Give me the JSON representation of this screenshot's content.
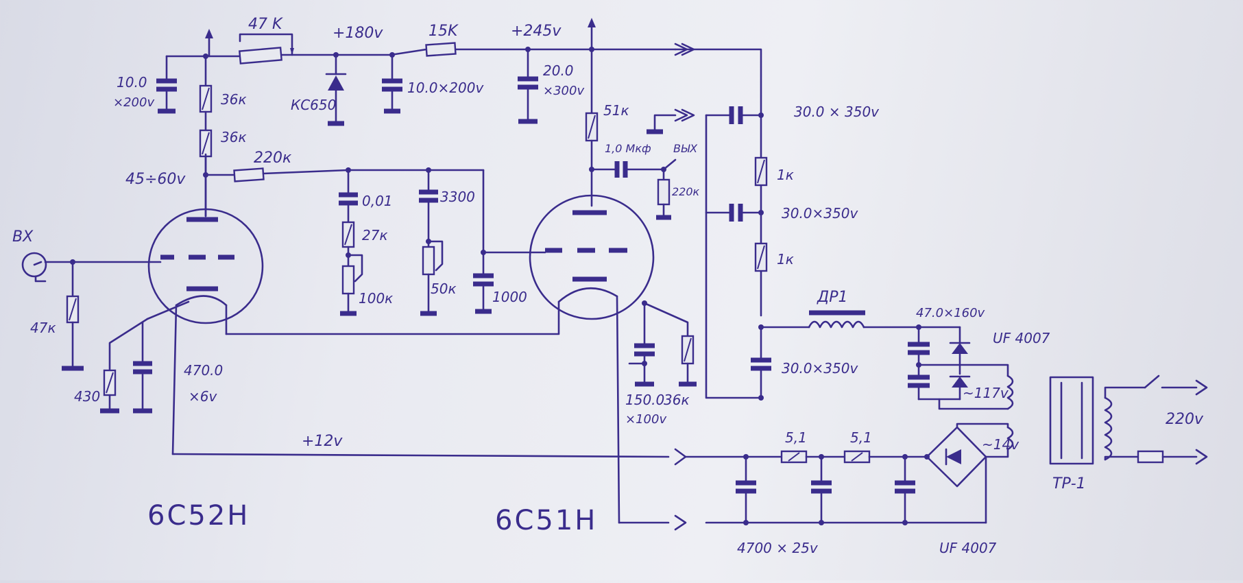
{
  "labels": {
    "r_pot_47k": "47 K",
    "v_180": "+180v",
    "r_15k": "15K",
    "v_245": "+245v",
    "c_10_200": "10.0",
    "c_10_200_rating": "×200v",
    "r_36k_a": "36к",
    "r_36k_b": "36к",
    "zener": "КС650",
    "c_10x200": "10.0×200v",
    "c_20": "20.0",
    "c_20_rating": "×300v",
    "r_51k": "51к",
    "c_out": "1,0 Мкф",
    "out_label": "ВЫХ",
    "r_220k_out": "220к",
    "r_220k": "220к",
    "v_45_60": "45÷60v",
    "c_001": "0,01",
    "r_27k": "27к",
    "r_100k": "100к",
    "c_3300": "3300",
    "r_50k": "50к",
    "c_1000": "1000",
    "input_label": "ВХ",
    "r_47k": "47к",
    "r_430": "430",
    "c_470": "470.0",
    "c_470_rating": "×6v",
    "c_150": "150.0",
    "c_150_rating": "×100v",
    "r_36k_k": "36к",
    "c_30_350_a": "30.0 × 350v",
    "r_1k_a": "1к",
    "c_30_350_b": "30.0×350v",
    "r_1k_b": "1к",
    "choke": "ДР1",
    "c_47_160": "47.0×160v",
    "diode_top": "UF 4007",
    "c_30_350_c": "30.0×350v",
    "ac_117": "~117v",
    "v_12": "+12v",
    "r_51_a": "5,1",
    "r_51_b": "5,1",
    "ac_14": "~14v",
    "mains": "220v",
    "transformer": "ТР-1",
    "c_4700": "4700 × 25v",
    "diode_bottom": "UF 4007",
    "tube_left": "6С52Н",
    "tube_right": "6С51Н"
  },
  "colors": {
    "ink": "#3a2c8c",
    "paper": "#e9eaf1"
  }
}
